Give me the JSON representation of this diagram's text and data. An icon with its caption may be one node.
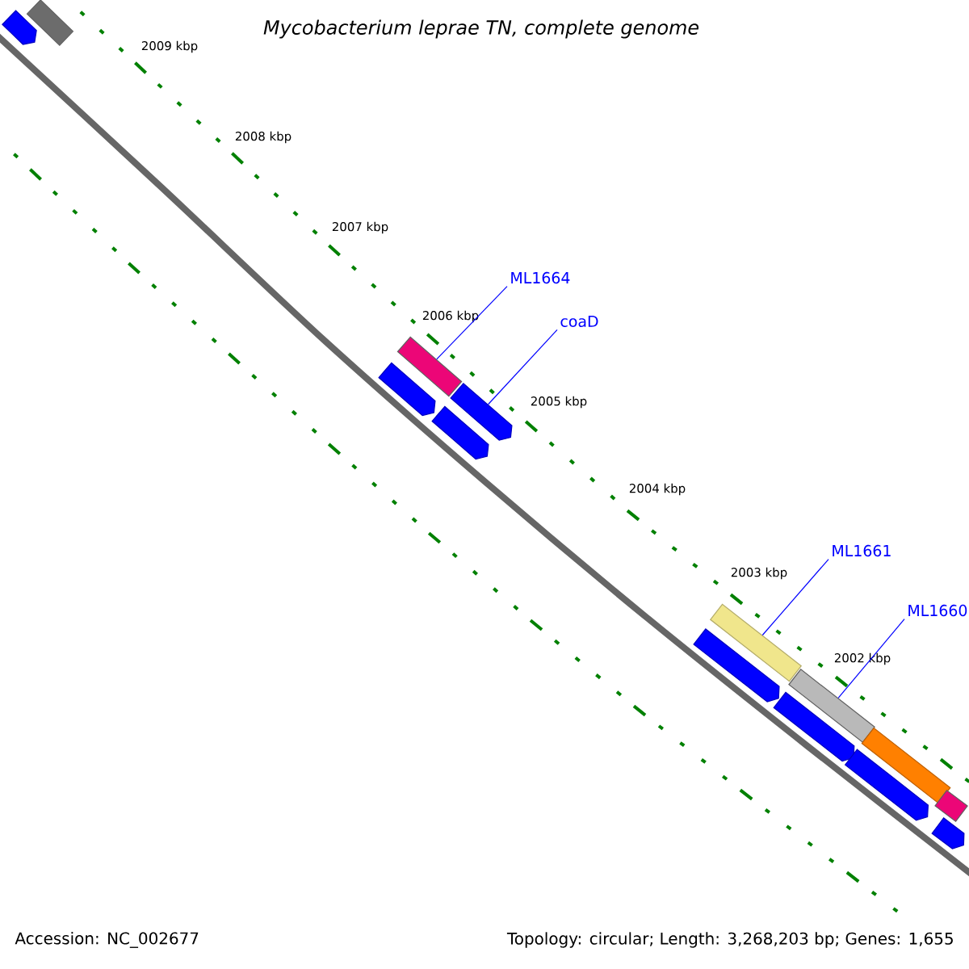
{
  "diagram": {
    "title": "Mycobacterium leprae TN, complete genome",
    "nodes": [
      {
        "text": [],
        "shape": "bar"
      },
      {
        "text": [],
        "shape": "pentagon"
      },
      {
        "text": [
          "ML1664"
        ]
      },
      {
        "text": [
          "coaD"
        ]
      },
      {
        "text": [],
        "shape": "bar"
      },
      {
        "text": [],
        "shape": "pentagon"
      },
      {
        "text": [],
        "shape": "pentagon"
      },
      {
        "text": [],
        "shape": "pentagon"
      },
      {
        "text": [
          "ML1661"
        ]
      },
      {
        "text": [
          "ML1660"
        ]
      },
      {
        "text": [],
        "shape": "bar"
      },
      {
        "text": [],
        "shape": "pentagon"
      },
      {
        "text": [],
        "shape": "bar"
      },
      {
        "text": [],
        "shape": "pentagon"
      },
      {
        "text": [],
        "shape": "bar"
      },
      {
        "text": [],
        "shape": "pentagon"
      },
      {
        "text": [],
        "shape": "bar"
      },
      {
        "text": [],
        "shape": "pentagon"
      }
    ],
    "edges": [
      {
        "from": 2,
        "to": 4,
        "arrow": "none"
      },
      {
        "from": 3,
        "to": 6,
        "arrow": "none"
      },
      {
        "from": 8,
        "to": 10,
        "arrow": "none"
      },
      {
        "from": 9,
        "to": 12,
        "arrow": "none"
      }
    ],
    "labels": [
      "2009 kbp",
      "2008 kbp",
      "2007 kbp",
      "2006 kbp",
      "2005 kbp",
      "2004 kbp",
      "2003 kbp",
      "2002 kbp",
      "Accession: NC_002677",
      "Topology: circular; Length: 3,268,203 bp; Genes: 1,655"
    ]
  }
}
